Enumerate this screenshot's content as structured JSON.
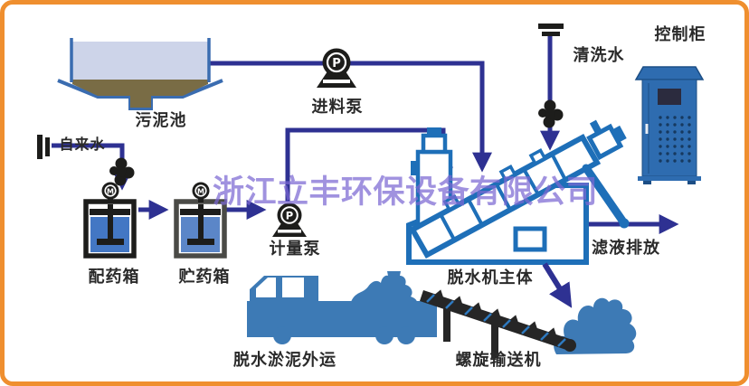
{
  "diagram": {
    "watermark": "浙江立丰环保设备有限公司",
    "labels": {
      "sludge_pool": "污泥池",
      "feed_pump": "进料泵",
      "wash_water": "清洗水",
      "control_cabinet": "控制柜",
      "tap_water": "自来水",
      "dosing_tank": "配药箱",
      "storage_tank": "贮药箱",
      "metering_pump": "计量泵",
      "dewatering_machine": "脱水机主体",
      "filtrate_discharge": "滤液排放",
      "sludge_truck": "脱水淤泥外运",
      "screw_conveyor": "螺旋输送机"
    },
    "symbols": {
      "pump": "P",
      "motor": "M"
    },
    "colors": {
      "border_orange": "#ef8f2f",
      "pipe_indigo": "#2e3192",
      "machine_blue": "#1e6fb8",
      "vehicle_blue": "#3d7ab5",
      "cabinet_blue": "#2e6cb0",
      "icon_black": "#1d1d1b",
      "pool_water": "#cdd4e9",
      "pool_sludge": "#796c45",
      "watermark_purple": "#7c68d2"
    }
  }
}
